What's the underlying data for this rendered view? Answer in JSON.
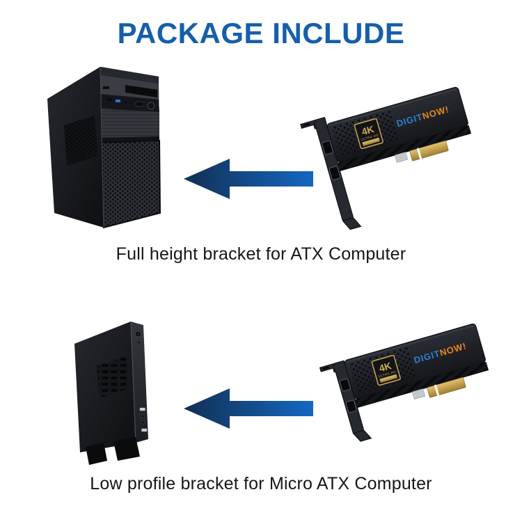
{
  "title": "PACKAGE INCLUDE",
  "sections": [
    {
      "caption": "Full height bracket for ATX Computer"
    },
    {
      "caption": "Low profile bracket for Micro ATX Computer"
    }
  ],
  "capture_card": {
    "brand_prefix": "DIGIT",
    "brand_suffix": "NOW!",
    "badge_title": "4K",
    "badge_subtitle": "ULTRA HD"
  },
  "colors": {
    "title_blue": "#155fab",
    "caption_text": "#161616",
    "arrow_dark": "#122f52",
    "arrow_light": "#1467c2",
    "brand_blue": "#2e7fd6",
    "brand_orange": "#e8891a",
    "badge_gold": "#cfa94e",
    "background": "#ffffff"
  }
}
